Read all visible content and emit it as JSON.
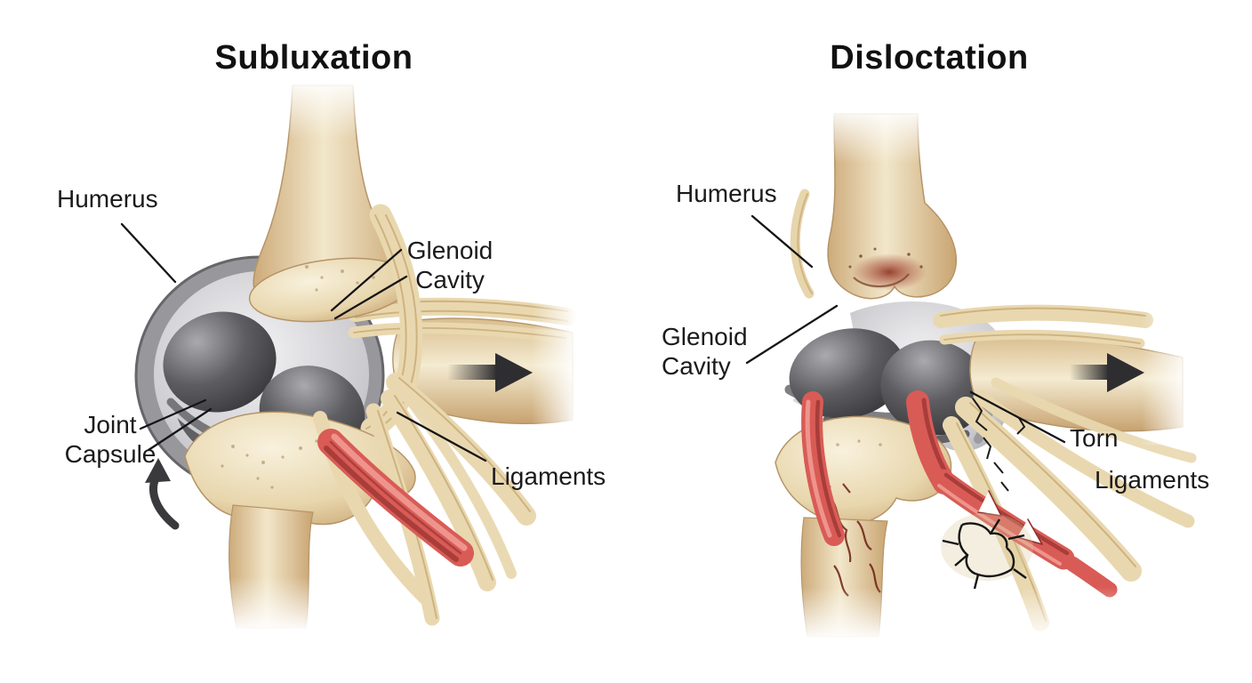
{
  "figure": {
    "background_color": "#ffffff",
    "panels": {
      "subluxation": {
        "title": "Subluxation",
        "labels": {
          "humerus": "Humerus",
          "glenoid_line1": "Glenoid",
          "glenoid_line2": "Cavity",
          "joint_capsule_line1": "Joint",
          "joint_capsule_line2": "Capsule",
          "ligaments": "Ligaments"
        }
      },
      "dislocation": {
        "title": "Disloctation",
        "labels": {
          "humerus": "Humerus",
          "glenoid_line1": "Glenoid",
          "glenoid_line2": "Cavity",
          "torn_line1": "Torn",
          "torn_line2": "Ligaments"
        }
      }
    },
    "colors": {
      "title_text": "#111111",
      "label_text": "#1b1b1b",
      "leader_line": "#151515",
      "arrow": "#2e2e31",
      "bone_light": "#f4ebd1",
      "bone_mid": "#e6d2a6",
      "bone_shadow": "#c7a26f",
      "bone_outline": "#b59468",
      "capsule_light": "#f2f2f4",
      "capsule_mid": "#b5b5b9",
      "capsule_rim": "#66666a",
      "cartilage_dark": "#2f2f32",
      "ligament": "#e9d8af",
      "ligament_stria": "#c2a26e",
      "muscle_red": "#d95b56",
      "muscle_red_dark": "#a23a37",
      "muscle_red_light": "#f09a93",
      "bone_crack": "#6b1f12",
      "bruise": "#8e2f1f"
    }
  }
}
